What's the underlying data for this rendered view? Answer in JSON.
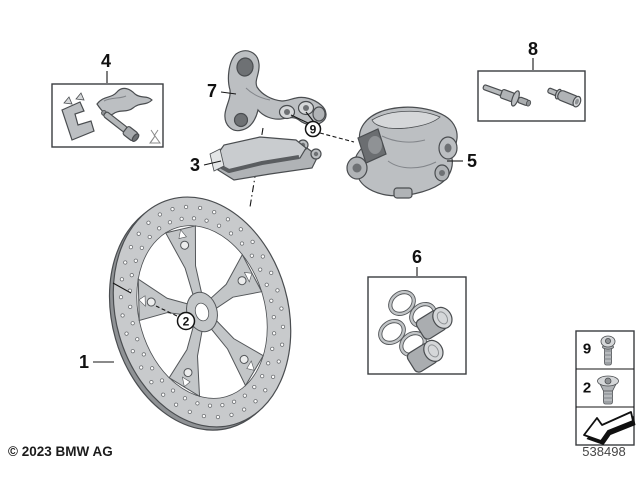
{
  "diagram": {
    "callouts": {
      "disc": "1",
      "disc_screw": "2",
      "brake_pads": "3",
      "pad_mounting_kit": "4",
      "caliper": "5",
      "caliper_repair_kit": "6",
      "caliper_bracket": "7",
      "guide_pin_kit": "8",
      "bracket_screw": "9"
    },
    "legend": {
      "rows": [
        {
          "label": "9",
          "icon": "pan-head-torx-screw-icon"
        },
        {
          "label": "2",
          "icon": "countersunk-screw-icon"
        }
      ],
      "symbol": "direction-arrow-icon"
    },
    "footer": {
      "copyright": "© 2023 BMW AG",
      "drawing_number": "538498"
    },
    "colors": {
      "background": "#ffffff",
      "part_fill": "#bcbfc2",
      "part_light": "#d5d7d9",
      "part_dark": "#8f9295",
      "outline": "#4a4d50",
      "line": "#161616"
    }
  }
}
